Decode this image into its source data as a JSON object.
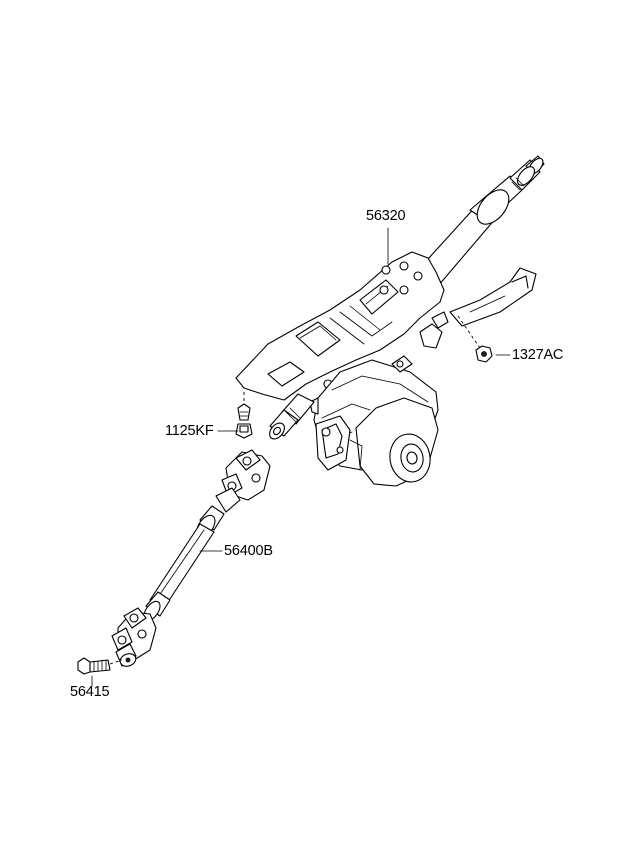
{
  "parts": {
    "column_assembly": "56320",
    "nut": "1327AC",
    "bolt_upper": "1125KF",
    "shaft_assembly": "56400B",
    "bolt_lower": "56415"
  }
}
